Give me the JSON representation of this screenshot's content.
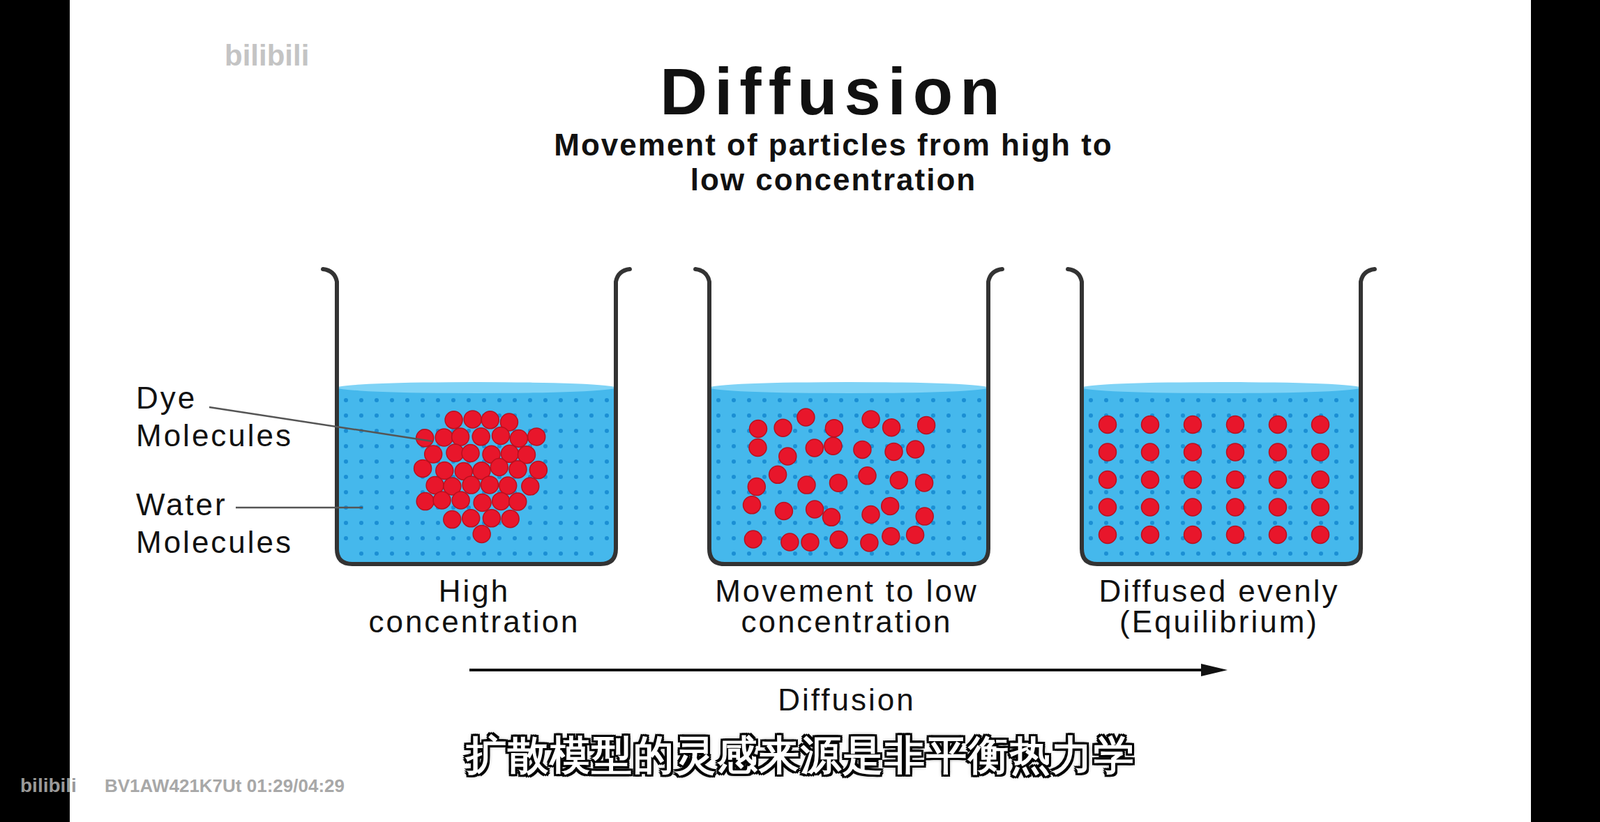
{
  "diagram": {
    "title": "Diffusion",
    "labels": [
      "Movement of particles from high to low concentration",
      "Dye Molecules",
      "Water Molecules",
      "High concentration",
      "Movement to low concentration",
      "Diffused evenly (Equilibrium)",
      "Diffusion",
      "扩散模型的灵感来源是非平衡热力学",
      "bilibili",
      "bilibili",
      "BV1AW421K7Ut 01:29/04:29"
    ]
  }
}
